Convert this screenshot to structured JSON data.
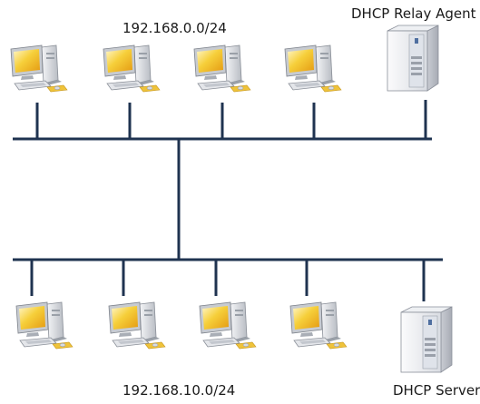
{
  "subnets": {
    "top": {
      "label": "192.168.0.0/24"
    },
    "bottom": {
      "label": "192.168.10.0/24"
    }
  },
  "devices": {
    "relay_agent": {
      "label": "DHCP Relay Agent",
      "icon": "server-tower-icon"
    },
    "dhcp_server": {
      "label": "DHCP Server",
      "icon": "server-tower-icon"
    },
    "workstation_icon": "desktop-computer-icon"
  },
  "colors": {
    "network_line": "#1f3350",
    "monitor_screen": "#f3c21a",
    "server_body": "#e8eaee"
  }
}
